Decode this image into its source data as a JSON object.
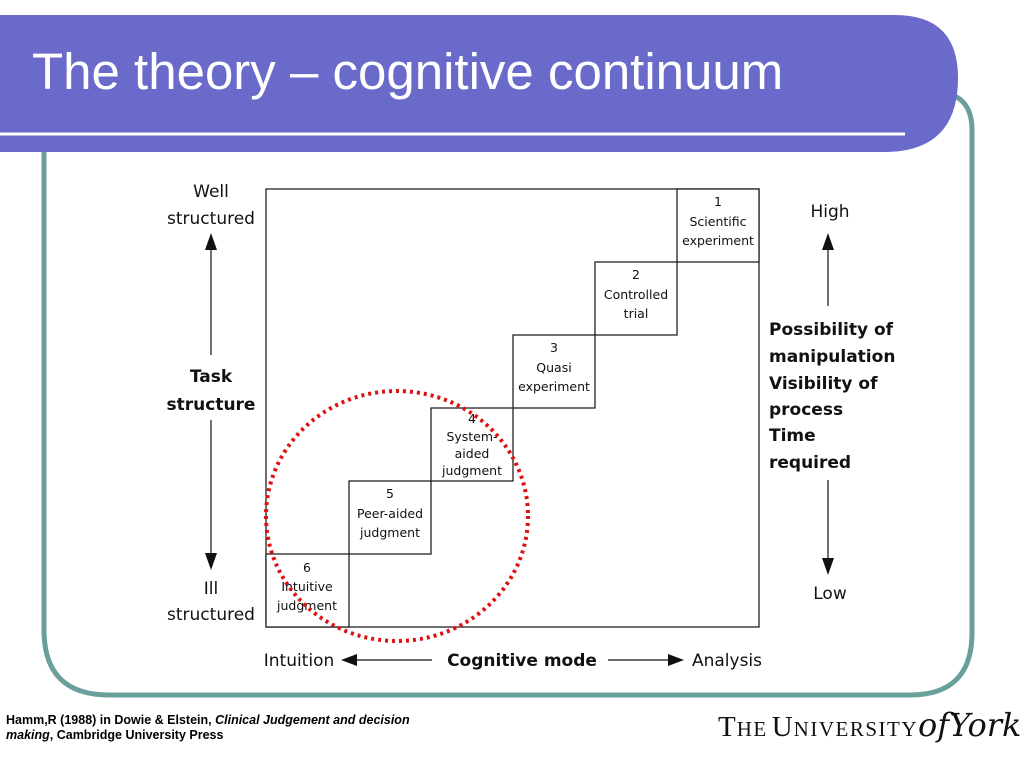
{
  "slide": {
    "title": "The theory – cognitive continuum",
    "colors": {
      "header": "#6a6acb",
      "frame": "#6b9f9b",
      "circle": "#dd1111"
    }
  },
  "diagram": {
    "left_axis": {
      "top_label": [
        "Well",
        "structured"
      ],
      "center_label": [
        "Task",
        "structure"
      ],
      "bottom_label": [
        "Ill",
        "structured"
      ]
    },
    "right_axis": {
      "top_label": "High",
      "center_label": [
        "Possibility of",
        "manipulation",
        "Visibility of",
        "process",
        "Time",
        "required"
      ],
      "bottom_label": "Low"
    },
    "bottom_axis": {
      "left_label": "Intuition",
      "center_label": "Cognitive mode",
      "right_label": "Analysis"
    },
    "steps": [
      {
        "number": "1",
        "lines": [
          "Scientific",
          "experiment"
        ]
      },
      {
        "number": "2",
        "lines": [
          "Controlled",
          "trial"
        ]
      },
      {
        "number": "3",
        "lines": [
          "Quasi",
          "experiment"
        ]
      },
      {
        "number": "4",
        "lines": [
          "System-",
          "aided",
          "judgment"
        ]
      },
      {
        "number": "5",
        "lines": [
          "Peer-aided",
          "judgment"
        ]
      },
      {
        "number": "6",
        "lines": [
          "Intuitive",
          "judgment"
        ]
      }
    ]
  },
  "footer": {
    "citation_plain": "Hamm,R (1988) in Dowie & Elstein, ",
    "citation_italic_1": "Clinical Judgement and decision",
    "citation_italic_2": "making",
    "citation_tail": ", Cambridge University Press",
    "logo": {
      "the": "T",
      "the_rest": "HE",
      "u": "U",
      "u_rest": "NIVERSITY",
      "of": "of",
      "york": "York"
    }
  }
}
